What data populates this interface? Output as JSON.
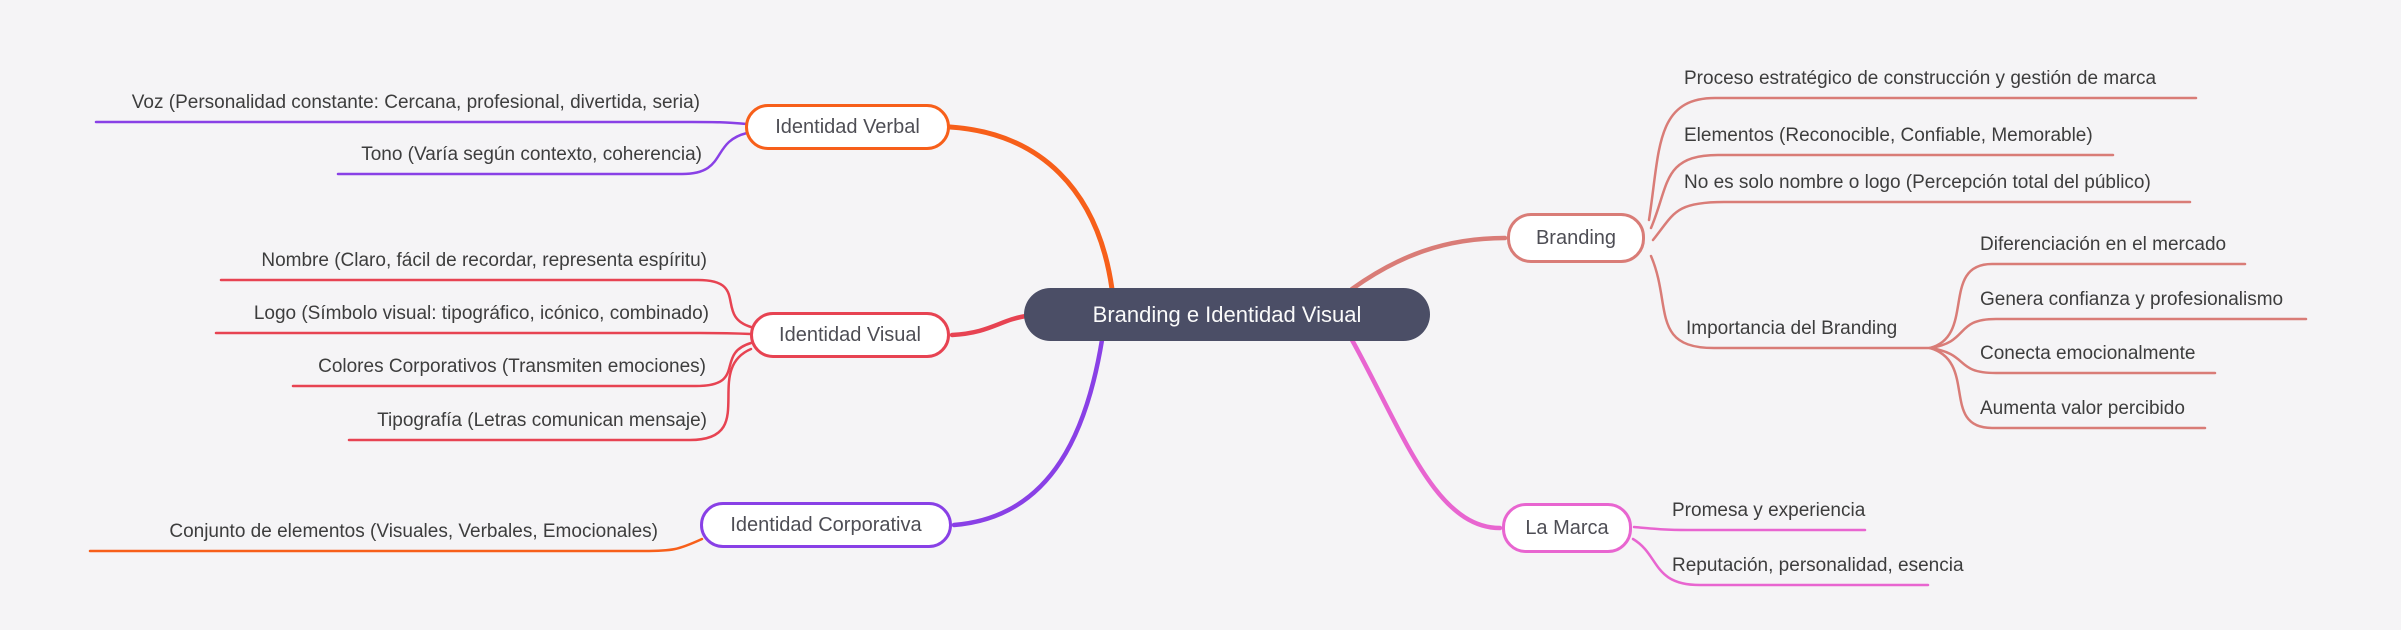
{
  "palette": {
    "background": "#f5f4f6",
    "root_bg": "#4b4e66",
    "root_text": "#fafafa",
    "leaf_text": "#3d3d3d",
    "orange": "#f75f1a",
    "red": "#e74352",
    "purple": "#8940e6",
    "salmon": "#d97c77",
    "pink": "#e865d0"
  },
  "nodes": {
    "root": "Branding e Identidad Visual",
    "verbal": {
      "label": "Identidad Verbal",
      "voz": "Voz (Personalidad constante: Cercana, profesional, divertida, seria)",
      "tono": "Tono (Varía según contexto, coherencia)"
    },
    "visual": {
      "label": "Identidad Visual",
      "nombre": "Nombre (Claro, fácil de recordar, representa espíritu)",
      "logo": "Logo (Símbolo visual: tipográfico, icónico, combinado)",
      "colores": "Colores Corporativos (Transmiten emociones)",
      "tipografia": "Tipografía (Letras comunican mensaje)"
    },
    "corporativa": {
      "label": "Identidad Corporativa",
      "conjunto": "Conjunto de elementos (Visuales, Verbales, Emocionales)"
    },
    "branding": {
      "label": "Branding",
      "proceso": "Proceso estratégico de construcción y gestión de marca",
      "elementos": "Elementos (Reconocible, Confiable, Memorable)",
      "percepcion": "No es solo nombre o logo (Percepción total del público)",
      "importancia": {
        "label": "Importancia del Branding",
        "diferenciacion": "Diferenciación en el mercado",
        "confianza": "Genera confianza y profesionalismo",
        "conexion": "Conecta emocionalmente",
        "valor": "Aumenta valor percibido"
      }
    },
    "marca": {
      "label": "La Marca",
      "promesa": "Promesa y experiencia",
      "reputacion": "Reputación, personalidad, esencia"
    }
  }
}
